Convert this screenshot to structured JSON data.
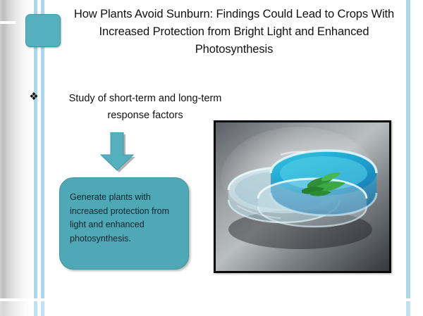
{
  "slide": {
    "title": "How Plants Avoid Sunburn: Findings Could Lead to Crops With Increased Protection from Bright Light and Enhanced Photosynthesis",
    "bullet": {
      "marker": "❖",
      "text": "Study of short-term and long-term response factors"
    },
    "arrow": {
      "icon_name": "down-arrow-icon",
      "color": "#55b0bd"
    },
    "callout": {
      "text": "Generate plants with increased protection from light and enhanced photosynthesis.",
      "fill_color": "#4fa8b5"
    },
    "photo": {
      "alt": "Petri dishes containing blue liquid with green plant leaves",
      "border_color": "#0a0a0a"
    },
    "decorations": {
      "teal_square_color": "#55b0bd",
      "stripe_color": "#a8d8ea",
      "panel_gradient_from": "#bdbdbd",
      "panel_gradient_to": "#ffffff"
    }
  }
}
